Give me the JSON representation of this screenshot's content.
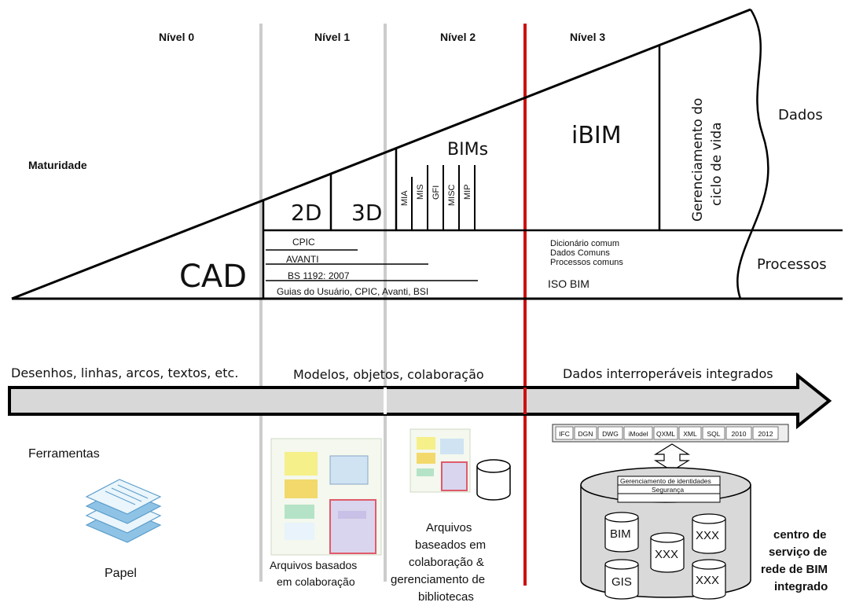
{
  "levels": [
    "Nível 0",
    "Nível 1",
    "Nível 2",
    "Nível 3"
  ],
  "triangle": {
    "maturidade": "Maturidade",
    "cad": "CAD",
    "two_d": "2D",
    "three_d": "3D",
    "bims": "BIMs",
    "bim_tools": [
      "MIA",
      "MIS",
      "GFI",
      "MISC",
      "MIP"
    ],
    "ibim": "iBIM",
    "lifecycle_line1": "Gerenciamento do",
    "lifecycle_line2": "ciclo de vida",
    "dados": "Dados",
    "processos": "Processos"
  },
  "standards": {
    "cpic": "CPIC",
    "avanti": "AVANTI",
    "bs": "BS 1192: 2007",
    "guias": "Guias do Usuário, CPIC, Avanti, BSI"
  },
  "level3_notes": {
    "dicionario": "Dicionário comum",
    "dados_comuns": "Dados Comuns",
    "processos_comuns": "Processos comuns",
    "iso_bim": "ISO BIM"
  },
  "arrow_labels": {
    "desenhos": "Desenhos, linhas, arcos, textos, etc.",
    "modelos": "Modelos, objetos, colaboração",
    "dados": "Dados interroperáveis integrados"
  },
  "tools": {
    "ferramentas": "Ferramentas",
    "papel": "Papel",
    "arquivos1_line1": "Arquivos basados",
    "arquivos1_line2": "em colaboração",
    "arquivos2_lines": [
      "Arquivos",
      "baseados em",
      "colaboração &",
      "gerenciamento de",
      "bibliotecas"
    ]
  },
  "formats": [
    "IFC",
    "DGN",
    "DWG",
    "iModel",
    "QXML",
    "XML",
    "SQL",
    "2010",
    "2012"
  ],
  "server": {
    "identidades": "Gerenciamento de identidades",
    "seguranca": "Segurança",
    "bim": "BIM",
    "gis": "GIS",
    "xxx_center": "XXX",
    "xxx_top": "XXX",
    "xxx_bottom": "XXX",
    "centro_lines": [
      "centro de",
      "serviço de",
      "rede de BIM",
      "integrado"
    ]
  },
  "colors": {
    "level_divider": "#cccccc",
    "level3_divider": "#cc1111",
    "arrow_fill": "#d8d8d8",
    "cylinder_fill": "#d9d9d9",
    "doc_blue": "#8fc3e6",
    "doc_frame": "#e05a6a"
  }
}
